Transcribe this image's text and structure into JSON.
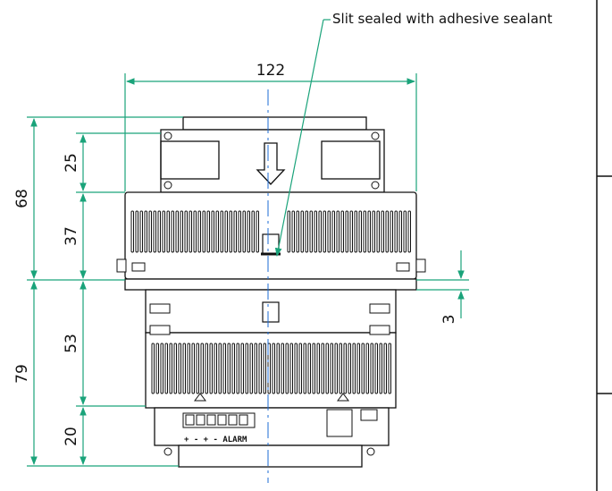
{
  "annotation": {
    "note": "Slit sealed with adhesive sealant"
  },
  "dimensions": {
    "width_top": "122",
    "h_68": "68",
    "h_25": "25",
    "h_37": "37",
    "h_79": "79",
    "h_53": "53",
    "h_20": "20",
    "h_3": "3"
  },
  "terminal": {
    "label": "+ - + - ALARM"
  },
  "colors": {
    "dimension": "#1aa37a",
    "outline": "#111111",
    "center": "#1b6bd6"
  }
}
